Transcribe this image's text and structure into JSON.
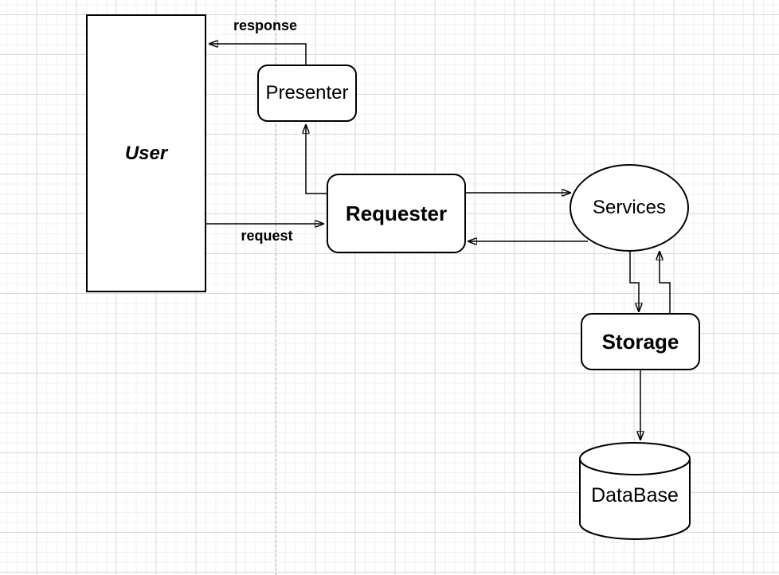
{
  "diagram": {
    "background": {
      "color": "#ffffff",
      "grid_minor_color": "#f3f1f1",
      "grid_major_color": "#d9d9d9",
      "page_divider_color": "#b4b4b4"
    },
    "style": {
      "node_fill": "#ffffff",
      "node_stroke": "#000000",
      "edge_color": "#000000",
      "text_color": "#000000"
    },
    "nodes": [
      {
        "id": "user",
        "shape": "rectangle",
        "label": "User"
      },
      {
        "id": "presenter",
        "shape": "rounded-rectangle",
        "label": "Presenter"
      },
      {
        "id": "requester",
        "shape": "rounded-rectangle",
        "label": "Requester"
      },
      {
        "id": "services",
        "shape": "ellipse",
        "label": "Services"
      },
      {
        "id": "storage",
        "shape": "rounded-rectangle",
        "label": "Storage"
      },
      {
        "id": "database",
        "shape": "cylinder",
        "label": "DataBase"
      }
    ],
    "edges": [
      {
        "from": "user",
        "to": "requester",
        "label": "request"
      },
      {
        "from": "presenter",
        "to": "user",
        "label": "response"
      },
      {
        "from": "requester",
        "to": "presenter",
        "label": ""
      },
      {
        "from": "requester",
        "to": "services",
        "label": ""
      },
      {
        "from": "services",
        "to": "requester",
        "label": ""
      },
      {
        "from": "services",
        "to": "storage",
        "label": ""
      },
      {
        "from": "storage",
        "to": "services",
        "label": ""
      },
      {
        "from": "storage",
        "to": "database",
        "label": ""
      }
    ]
  }
}
